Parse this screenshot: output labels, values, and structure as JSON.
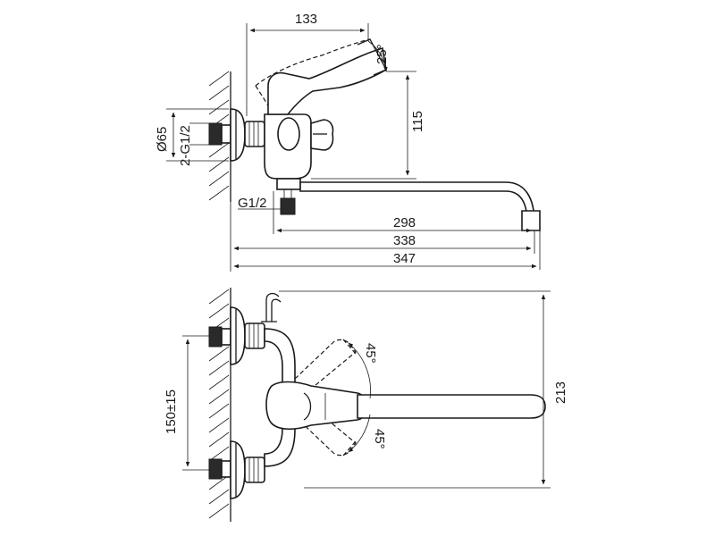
{
  "dimensions": {
    "top_width": "133",
    "spout_angle": "25°",
    "height_115": "115",
    "flange_diameter": "Ø65",
    "inlet_thread": "2-G1/2",
    "outlet_thread": "G1/2",
    "reach_298": "298",
    "reach_338": "338",
    "overall_347": "347",
    "inlet_spacing": "150±15",
    "swing_angle_upper": "45°",
    "swing_angle_lower": "45°",
    "overall_height_213": "213"
  }
}
